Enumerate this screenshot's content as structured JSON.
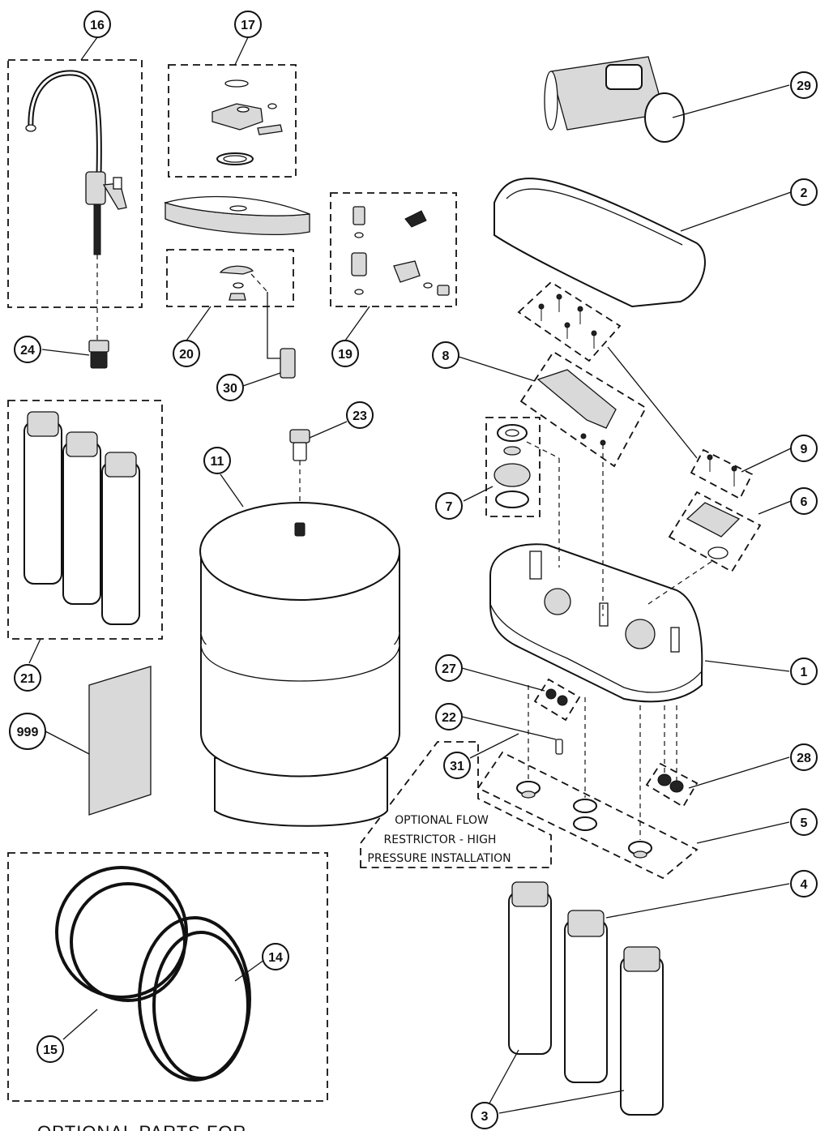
{
  "callouts": {
    "c1": "1",
    "c2": "2",
    "c3": "3",
    "c4": "4",
    "c5": "5",
    "c6": "6",
    "c7": "7",
    "c8": "8",
    "c9": "9",
    "c11": "11",
    "c14": "14",
    "c15": "15",
    "c16": "16",
    "c17": "17",
    "c19": "19",
    "c20": "20",
    "c21": "21",
    "c22": "22",
    "c23": "23",
    "c24": "24",
    "c27": "27",
    "c28": "28",
    "c29": "29",
    "c30": "30",
    "c31": "31",
    "c999": "999"
  },
  "note": {
    "line1": "OPTIONAL FLOW",
    "line2": "RESTRICTOR - HIGH",
    "line3": "PRESSURE INSTALLATION"
  },
  "footer": {
    "text": "OPTIONAL PARTS FOR"
  }
}
